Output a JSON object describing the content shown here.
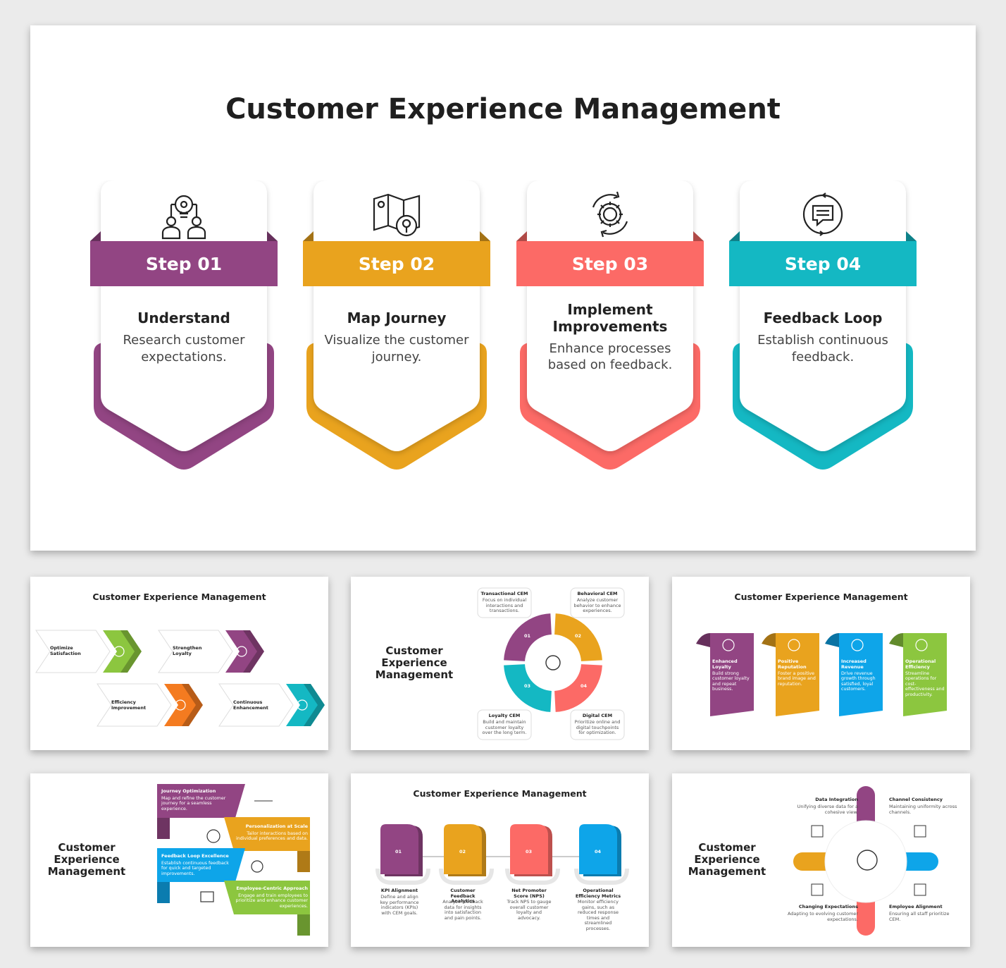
{
  "main": {
    "title": "Customer Experience Management",
    "steps": [
      {
        "label": "Step 01",
        "title": "Understand",
        "desc": "Research customer expectations.",
        "color": "#924583",
        "icon": "people-lightbulb-icon"
      },
      {
        "label": "Step 02",
        "title": "Map Journey",
        "desc": "Visualize the customer journey.",
        "color": "#e9a31e",
        "icon": "map-journey-icon"
      },
      {
        "label": "Step 03",
        "title": "Implement Improvements",
        "desc": "Enhance processes based on feedback.",
        "color": "#fc6a66",
        "icon": "gear-cycle-icon"
      },
      {
        "label": "Step 04",
        "title": "Feedback Loop",
        "desc": "Establish continuous feedback.",
        "color": "#14b8c3",
        "icon": "chat-feedback-icon"
      }
    ]
  },
  "thumb1": {
    "title": "Customer Experience Management",
    "items": [
      {
        "label": "Optimize Satisfaction",
        "color": "#8cc63f"
      },
      {
        "label": "Strengthen Loyalty",
        "color": "#924583"
      },
      {
        "label": "Efficiency Improvement",
        "color": "#f47b20"
      },
      {
        "label": "Continuous Enhancement",
        "color": "#14b8c3"
      }
    ]
  },
  "thumb2": {
    "side_title": "Customer Experience Management",
    "items": [
      {
        "num": "01",
        "title": "Transactional CEM",
        "desc": "Focus on individual interactions and transactions.",
        "color": "#924583"
      },
      {
        "num": "02",
        "title": "Behavioral CEM",
        "desc": "Analyze customer behavior to enhance experiences.",
        "color": "#e9a31e"
      },
      {
        "num": "03",
        "title": "Loyalty CEM",
        "desc": "Build and maintain customer loyalty over the long term.",
        "color": "#14b8c3"
      },
      {
        "num": "04",
        "title": "Digital CEM",
        "desc": "Prioritize online and digital touchpoints for optimization.",
        "color": "#fc6a66"
      }
    ]
  },
  "thumb3": {
    "title": "Customer Experience Management",
    "items": [
      {
        "title": "Enhanced Loyalty",
        "desc": "Build strong customer loyalty and repeat business.",
        "color": "#924583"
      },
      {
        "title": "Positive Reputation",
        "desc": "Foster a positive brand image and reputation.",
        "color": "#e9a31e"
      },
      {
        "title": "Increased Revenue",
        "desc": "Drive revenue growth through satisfied, loyal customers.",
        "color": "#0ea5e9"
      },
      {
        "title": "Operational Efficiency",
        "desc": "Streamline operations for cost-effectiveness and productivity.",
        "color": "#8cc63f"
      }
    ]
  },
  "thumb4": {
    "side_title": "Customer Experience Management",
    "items": [
      {
        "title": "Journey Optimization",
        "desc": "Map and refine the customer journey for a seamless experience.",
        "color": "#924583"
      },
      {
        "title": "Personalization at Scale",
        "desc": "Tailor interactions based on individual preferences and data.",
        "color": "#e9a31e"
      },
      {
        "title": "Feedback Loop Excellence",
        "desc": "Establish continuous feedback for quick and targeted improvements.",
        "color": "#0ea5e9"
      },
      {
        "title": "Employee-Centric Approach",
        "desc": "Engage and train employees to prioritize and enhance customer experiences.",
        "color": "#8cc63f"
      }
    ]
  },
  "thumb5": {
    "title": "Customer Experience Management",
    "items": [
      {
        "num": "01",
        "title": "KPI Alignment",
        "desc": "Define and align key performance indicators (KPIs) with CEM goals.",
        "color": "#924583"
      },
      {
        "num": "02",
        "title": "Customer Feedback Analytics",
        "desc": "Analyze feedback data for insights into satisfaction and pain points.",
        "color": "#e9a31e"
      },
      {
        "num": "03",
        "title": "Net Promoter Score (NPS)",
        "desc": "Track NPS to gauge overall customer loyalty and advocacy.",
        "color": "#fc6a66"
      },
      {
        "num": "04",
        "title": "Operational Efficiency Metrics",
        "desc": "Monitor efficiency gains, such as reduced response times and streamlined processes.",
        "color": "#0ea5e9"
      }
    ]
  },
  "thumb6": {
    "side_title": "Customer Experience Management",
    "items": [
      {
        "title": "Data Integration",
        "desc": "Unifying diverse data for a cohesive view.",
        "color": "#924583"
      },
      {
        "title": "Channel Consistency",
        "desc": "Maintaining uniformity across channels.",
        "color": "#0ea5e9"
      },
      {
        "title": "Changing Expectations",
        "desc": "Adapting to evolving customer expectations.",
        "color": "#e9a31e"
      },
      {
        "title": "Employee Alignment",
        "desc": "Ensuring all staff prioritize CEM.",
        "color": "#fc6a66"
      }
    ]
  }
}
